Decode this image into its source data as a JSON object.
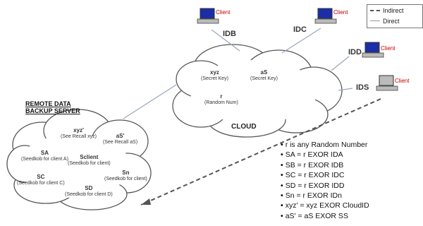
{
  "legend": {
    "indirect": "Indirect",
    "direct": "Direct"
  },
  "clients": [
    {
      "label": "Client",
      "id": "IDB"
    },
    {
      "label": "Client",
      "id": "IDC"
    },
    {
      "label": "Client",
      "id": "IDD"
    },
    {
      "label": "Client",
      "id": "IDS"
    }
  ],
  "cloud": {
    "name": "CLOUD",
    "xyz": "xyz",
    "xyz_note": "(Secret Key)",
    "as": "aS",
    "as_note": "(Secret Key)",
    "r": "r",
    "r_note": "(Random Num)"
  },
  "server": {
    "title_line1": "REMOTE DATA",
    "title_line2": "BACKUP SERVER",
    "xyz2": "xyz'",
    "xyz2_note": "(See Recall xyz)",
    "as2": "aS'",
    "as2_note": "(See Recall aS)",
    "sa": "SA",
    "sa_note": "(Seedkob for client A)",
    "sb": "Sclient",
    "sb_note": "(Seedkob for client)",
    "sc": "SC",
    "sc_note": "(Seedkob for client C)",
    "sd": "SD",
    "sd_note": "(Seedkob for client D)",
    "se": "Sn",
    "se_note": "(Seedkob for client)"
  },
  "formulas": [
    "r is any Random Number",
    "SA = r EXOR IDA",
    "SB = r EXOR IDB",
    "SC = r EXOR IDC",
    "SD = r EXOR IDD",
    "Sn = r EXOR IDn",
    "xyz' = xyz EXOR CloudID",
    "aS' = aS EXOR SS"
  ]
}
